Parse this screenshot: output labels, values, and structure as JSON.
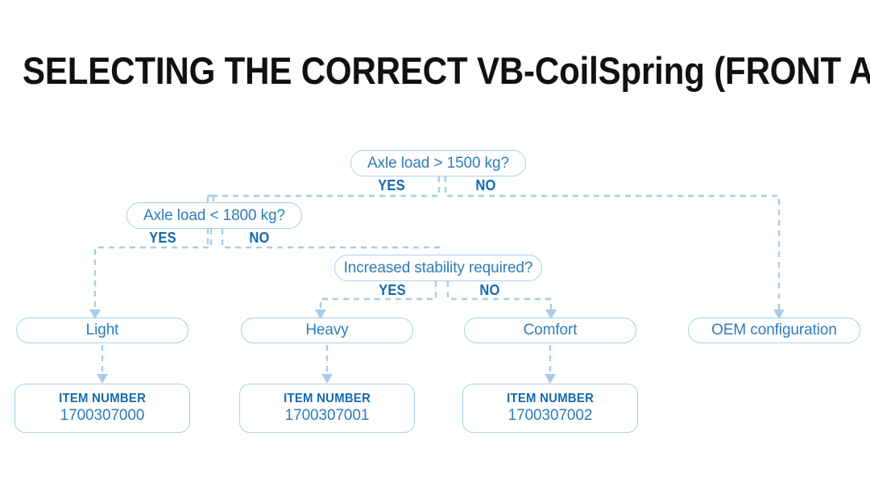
{
  "page": {
    "title": "SELECTING THE CORRECT VB-CoilSpring (FRONT AXLE)",
    "background": "#ffffff"
  },
  "colors": {
    "title_text": "#111111",
    "node_text": "#2d7cb8",
    "node_border": "#a9cfe9",
    "branch_label": "#1569b0",
    "connector": "#a8cce8"
  },
  "flow": {
    "decisions": [
      {
        "id": "axle-load-gt-1500",
        "question": "Axle load > 1500 kg?",
        "yes_label": "YES",
        "no_label": "NO",
        "yes_target": "axle-load-lt-1800",
        "no_target": "oem-configuration"
      },
      {
        "id": "axle-load-lt-1800",
        "question": "Axle load < 1800 kg?",
        "yes_label": "YES",
        "no_label": "NO",
        "yes_target": "light",
        "no_target": "increased-stability"
      },
      {
        "id": "increased-stability",
        "question": "Increased stability required?",
        "yes_label": "YES",
        "no_label": "NO",
        "yes_target": "heavy",
        "no_target": "comfort"
      }
    ],
    "results": [
      {
        "id": "light",
        "label": "Light"
      },
      {
        "id": "heavy",
        "label": "Heavy"
      },
      {
        "id": "comfort",
        "label": "Comfort"
      },
      {
        "id": "oem",
        "label": "OEM configuration"
      }
    ],
    "item_cards": [
      {
        "id": "item-light",
        "label": "ITEM NUMBER",
        "value": "1700307000"
      },
      {
        "id": "item-heavy",
        "label": "ITEM NUMBER",
        "value": "1700307001"
      },
      {
        "id": "item-comfort",
        "label": "ITEM NUMBER",
        "value": "1700307002"
      }
    ]
  }
}
